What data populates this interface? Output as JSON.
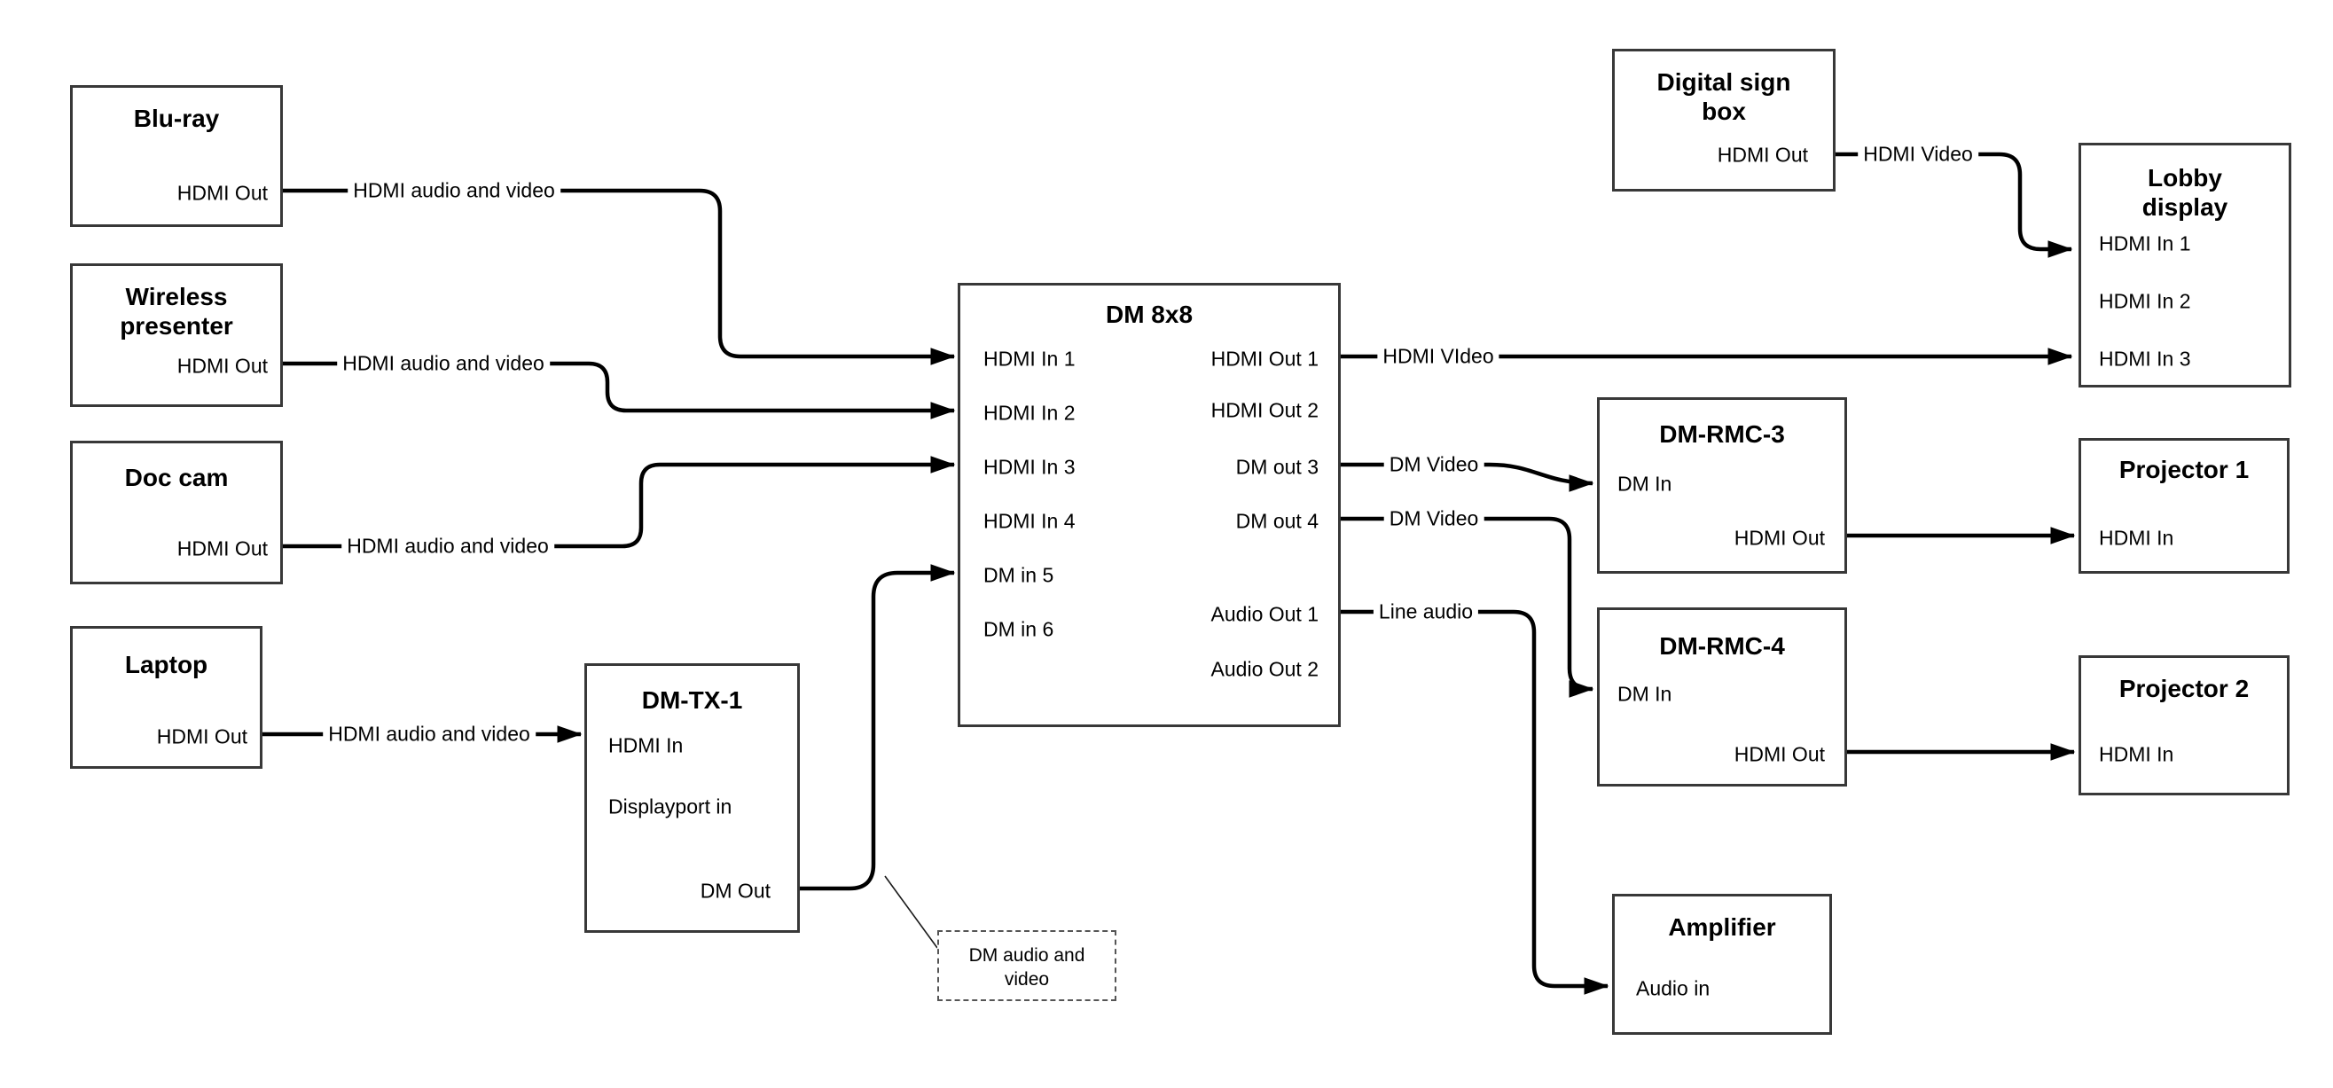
{
  "colors": {
    "background": "#ffffff",
    "wire": "#000000",
    "box_border": "#383838",
    "text": "#000000"
  },
  "nodes": {
    "bluray": {
      "title": "Blu-ray",
      "port": "HDMI Out"
    },
    "wireless": {
      "title": "Wireless\npresenter",
      "port": "HDMI Out"
    },
    "doccam": {
      "title": "Doc cam",
      "port": "HDMI Out"
    },
    "laptop": {
      "title": "Laptop",
      "port": "HDMI Out"
    },
    "dmtx1": {
      "title": "DM-TX-1",
      "port1": "HDMI In",
      "port2": "Displayport in",
      "port3": "DM Out"
    },
    "dm8x8": {
      "title": "DM 8x8",
      "in1": "HDMI In 1",
      "in2": "HDMI In 2",
      "in3": "HDMI In 3",
      "in4": "HDMI In 4",
      "in5": "DM in 5",
      "in6": "DM in 6",
      "out1": "HDMI Out 1",
      "out2": "HDMI Out 2",
      "out3": "DM out 3",
      "out4": "DM out 4",
      "out5": "Audio Out 1",
      "out6": "Audio Out 2"
    },
    "digitalsign": {
      "title": "Digital sign\nbox",
      "port": "HDMI Out"
    },
    "lobby": {
      "title": "Lobby\ndisplay",
      "port1": "HDMI In 1",
      "port2": "HDMI In 2",
      "port3": "HDMI In 3"
    },
    "rmc3": {
      "title": "DM-RMC-3",
      "port1": "DM In",
      "port2": "HDMI Out"
    },
    "proj1": {
      "title": "Projector 1",
      "port": "HDMI In"
    },
    "rmc4": {
      "title": "DM-RMC-4",
      "port1": "DM In",
      "port2": "HDMI Out"
    },
    "proj2": {
      "title": "Projector 2",
      "port": "HDMI In"
    },
    "amp": {
      "title": "Amplifier",
      "port": "Audio in"
    }
  },
  "wire_labels": {
    "bluray_out": "HDMI audio and video",
    "wireless_out": "HDMI audio and video",
    "doccam_out": "HDMI audio and video",
    "laptop_out": "HDMI audio and video",
    "hdmi_out1": "HDMI VIdeo",
    "dm_out3": "DM Video",
    "dm_out4": "DM Video",
    "audio_out1": "Line audio",
    "digitalsign_out": "HDMI Video"
  },
  "callout": {
    "text": "DM audio and\nvideo"
  }
}
